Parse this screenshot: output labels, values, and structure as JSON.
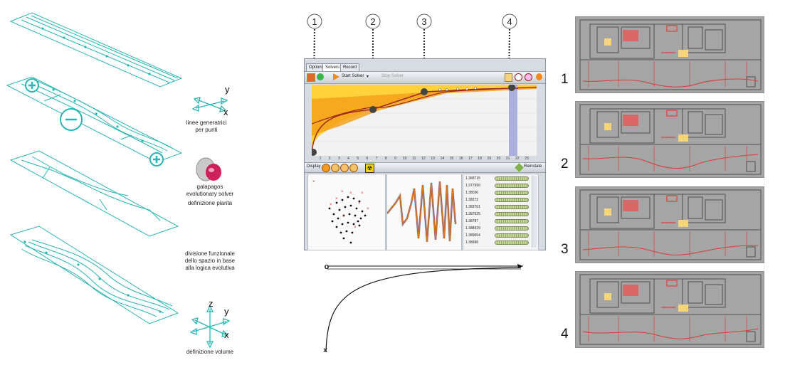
{
  "left_labels": {
    "linee": "linee generatrici\nper punti",
    "galapagos_1": "galapagos",
    "galapagos_2": "evolutionary solver",
    "definizione_pianta": "definizione pianta",
    "divisione": "divisione funzionale\ndello spazio in base\nalla logica evolutiva",
    "definizione_volume": "definizione volume"
  },
  "axes": {
    "y": "y",
    "x": "x",
    "z": "z"
  },
  "markers": [
    "1",
    "2",
    "3",
    "4"
  ],
  "solver": {
    "tabs": [
      "Options",
      "Solvers",
      "Record"
    ],
    "start_solver": "Start Solver",
    "stop_solver": "Stop Solver",
    "display_label": "Display",
    "reinstate_label": "Reinstate",
    "x_ticks": [
      "1",
      "2",
      "3",
      "4",
      "5",
      "6",
      "7",
      "8",
      "9",
      "10",
      "11",
      "12",
      "13",
      "14",
      "15",
      "16",
      "17",
      "18",
      "19",
      "20",
      "21",
      "22",
      "23"
    ],
    "fitness_values": [
      "1.368715",
      "1.377999",
      "1.38036",
      "1.38272",
      "1.383761",
      "1.387625",
      "1.38787",
      "1.388429",
      "1.389654",
      "1.38998"
    ]
  },
  "curve_labels": {
    "top": "o",
    "bottom": "x"
  },
  "plan_numbers": [
    "1",
    "2",
    "3",
    "4"
  ],
  "colors": {
    "cyan": "#2ab5b2",
    "orange": "#f5a21a",
    "dark_red": "#a0281e",
    "plan_red": "#d83a3a",
    "plan_gray": "#a5a5a5"
  }
}
